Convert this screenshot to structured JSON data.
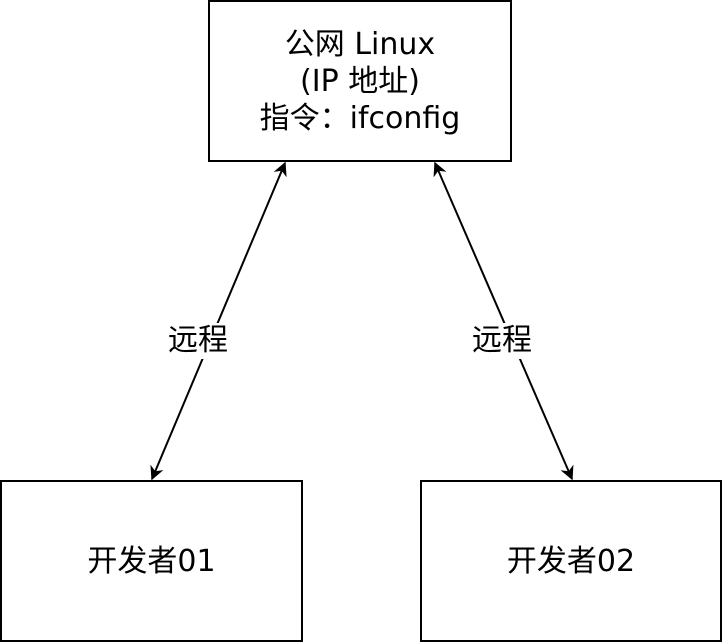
{
  "nodes": {
    "server": {
      "lines": [
        "公网 Linux",
        "(IP 地址)",
        "指令：ifconfig"
      ]
    },
    "dev1": {
      "label": "开发者01"
    },
    "dev2": {
      "label": "开发者02"
    }
  },
  "edges": [
    {
      "from": "dev1",
      "to": "server",
      "label": "远程",
      "bidirectional": true
    },
    {
      "from": "dev2",
      "to": "server",
      "label": "远程",
      "bidirectional": true
    }
  ],
  "colors": {
    "stroke": "#000000",
    "background": "#ffffff"
  }
}
